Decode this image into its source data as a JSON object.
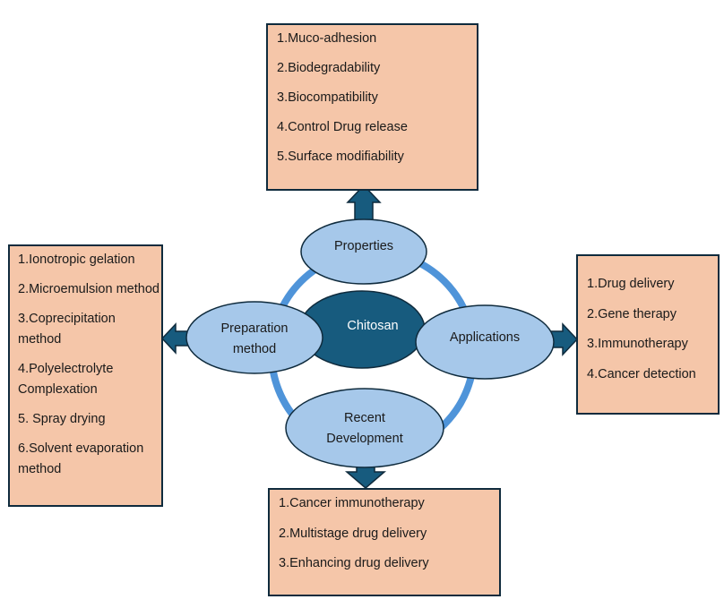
{
  "diagram": {
    "center": {
      "label": "Chitosan"
    },
    "nodes": {
      "properties": {
        "label": "Properties"
      },
      "preparation": {
        "label_line1": "Preparation",
        "label_line2": "method"
      },
      "applications": {
        "label": "Applications"
      },
      "recent": {
        "label_line1": "Recent",
        "label_line2": "Development"
      }
    },
    "boxes": {
      "properties": {
        "items": [
          "1.Muco-adhesion",
          "2.Biodegradability",
          "3.Biocompatibility",
          "4.Control Drug release",
          "5.Surface modifiability"
        ]
      },
      "preparation": {
        "items": [
          "1.Ionotropic gelation",
          "2.Microemulsion method",
          "3.Coprecipitation method",
          "4.Polyelectrolyte Complexation",
          "5. Spray drying",
          "6.Solvent evaporation method"
        ]
      },
      "applications": {
        "items": [
          "1.Drug delivery",
          "2.Gene therapy",
          "3.Immunotherapy",
          "4.Cancer detection"
        ]
      },
      "recent": {
        "items": [
          "1.Cancer immunotherapy",
          "2.Multistage drug delivery",
          "3.Enhancing drug delivery"
        ]
      }
    },
    "colors": {
      "box_fill": "#f5c6a9",
      "box_border": "#0f2b3d",
      "node_fill": "#a6c8ea",
      "center_fill": "#175b7e",
      "arrow_fill": "#175b7e",
      "ring": "#4f94d9"
    }
  }
}
